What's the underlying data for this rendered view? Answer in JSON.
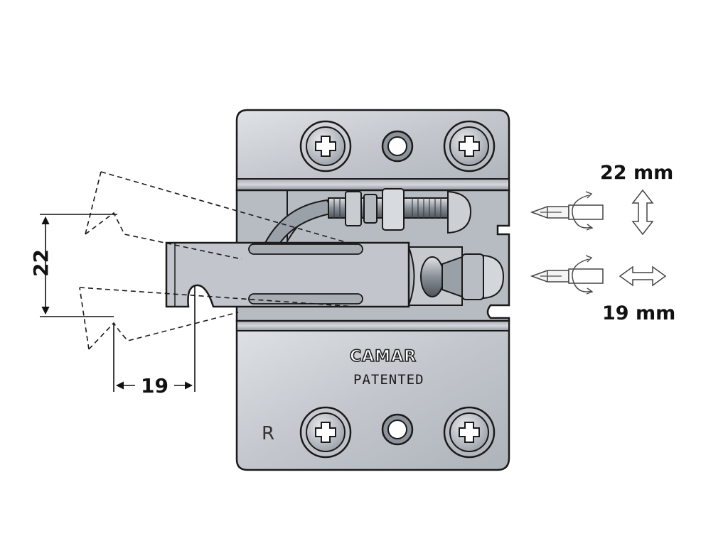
{
  "labels": {
    "vertical_adjust": "22 mm",
    "horizontal_adjust": "19 mm",
    "vertical_dimension": "22",
    "horizontal_dimension": "19",
    "brand": "CAMAR",
    "patent": "PATENTED",
    "side": "R"
  },
  "icons": [
    "screwdriver-icon",
    "rotation-arrow-icon",
    "vertical-double-arrow-icon",
    "horizontal-double-arrow-icon",
    "phillips-screw-icon"
  ],
  "colors": {
    "plate": "#c8ccd2",
    "plate_dark": "#9aa0a8",
    "outline": "#1a1a1a"
  }
}
